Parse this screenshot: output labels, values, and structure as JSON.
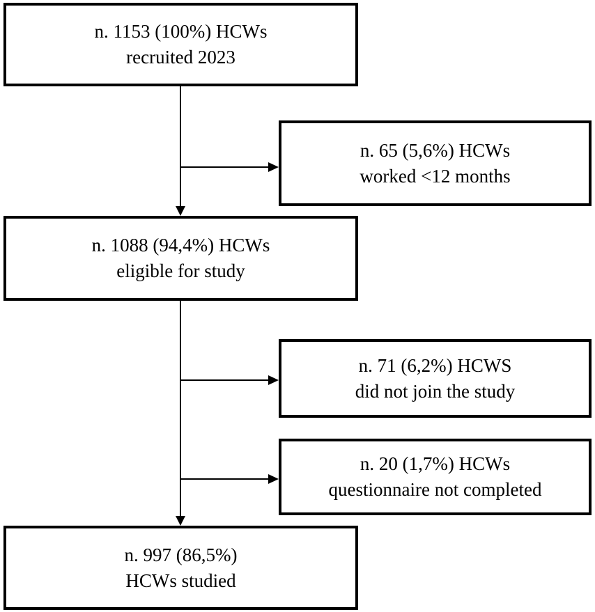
{
  "boxes": {
    "recruited": {
      "line1": "n. 1153 (100%) HCWs",
      "line2": "recruited 2023"
    },
    "worked_lt_12": {
      "line1": "n. 65 (5,6%) HCWs",
      "line2": "worked <12 months"
    },
    "eligible": {
      "line1": "n. 1088 (94,4%) HCWs",
      "line2": "eligible for study"
    },
    "did_not_join": {
      "line1": "n. 71 (6,2%) HCWS",
      "line2": "did not join the study"
    },
    "not_completed": {
      "line1": "n. 20 (1,7%) HCWs",
      "line2": "questionnaire not completed"
    },
    "studied": {
      "line1": "n. 997 (86,5%)",
      "line2": "HCWs studied"
    }
  },
  "colors": {
    "line": "#000000",
    "background": "#ffffff"
  }
}
